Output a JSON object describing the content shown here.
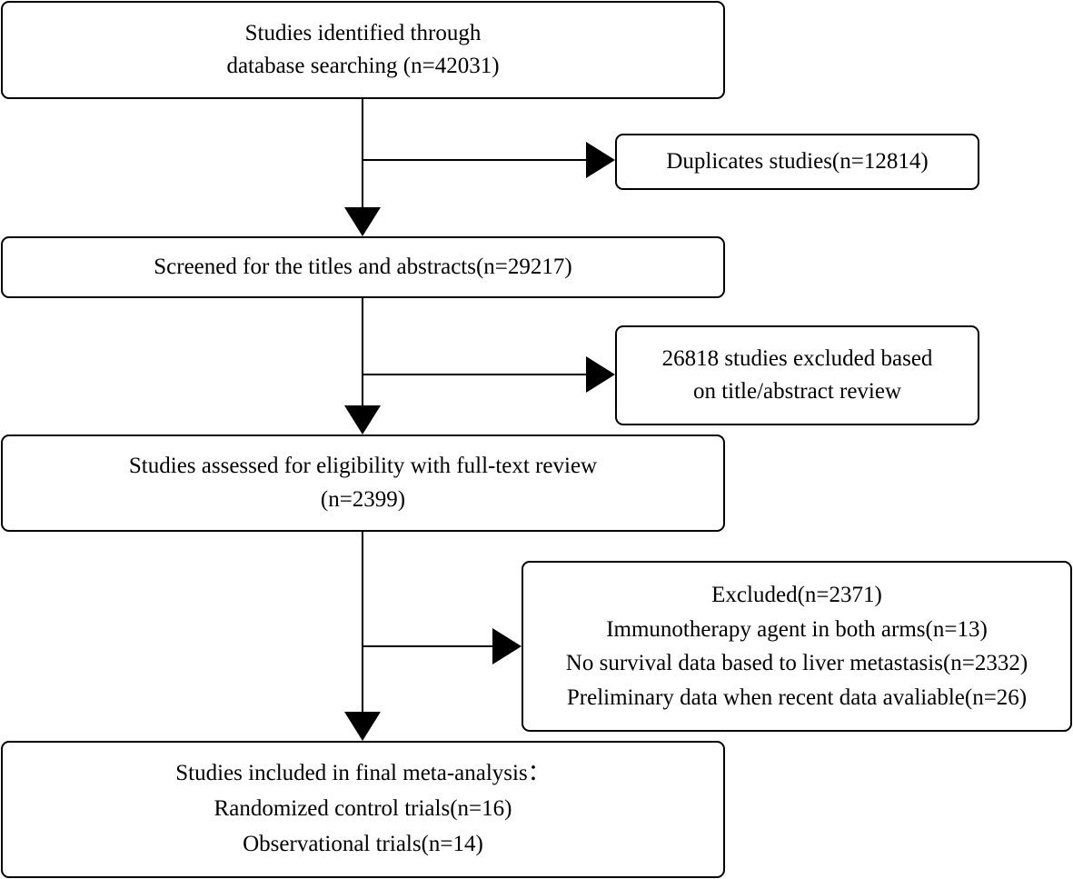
{
  "flowchart": {
    "identified": {
      "lines": [
        "Studies identified through",
        "database searching (n=42031)"
      ]
    },
    "duplicates": {
      "lines": [
        "Duplicates studies(n=12814)"
      ]
    },
    "screened": {
      "lines": [
        "Screened for the titles and abstracts(n=29217)"
      ]
    },
    "excluded_title_abstract": {
      "lines": [
        "26818 studies excluded based",
        "on title/abstract review"
      ]
    },
    "assessed": {
      "lines": [
        "Studies assessed for eligibility with full-text review",
        "(n=2399)"
      ]
    },
    "excluded_full_text": {
      "lines": [
        "Excluded(n=2371)",
        "Immunotherapy agent in both arms(n=13)",
        "No survival data based to liver metastasis(n=2332)",
        "Preliminary data when recent data avaliable(n=26)"
      ]
    },
    "included": {
      "lines": [
        "Studies included in final meta-analysis：",
        "Randomized control trials(n=16)",
        "Observational trials(n=14)"
      ]
    }
  },
  "colors": {
    "line": "#000000",
    "box_border": "#000000",
    "background": "#ffffff"
  }
}
